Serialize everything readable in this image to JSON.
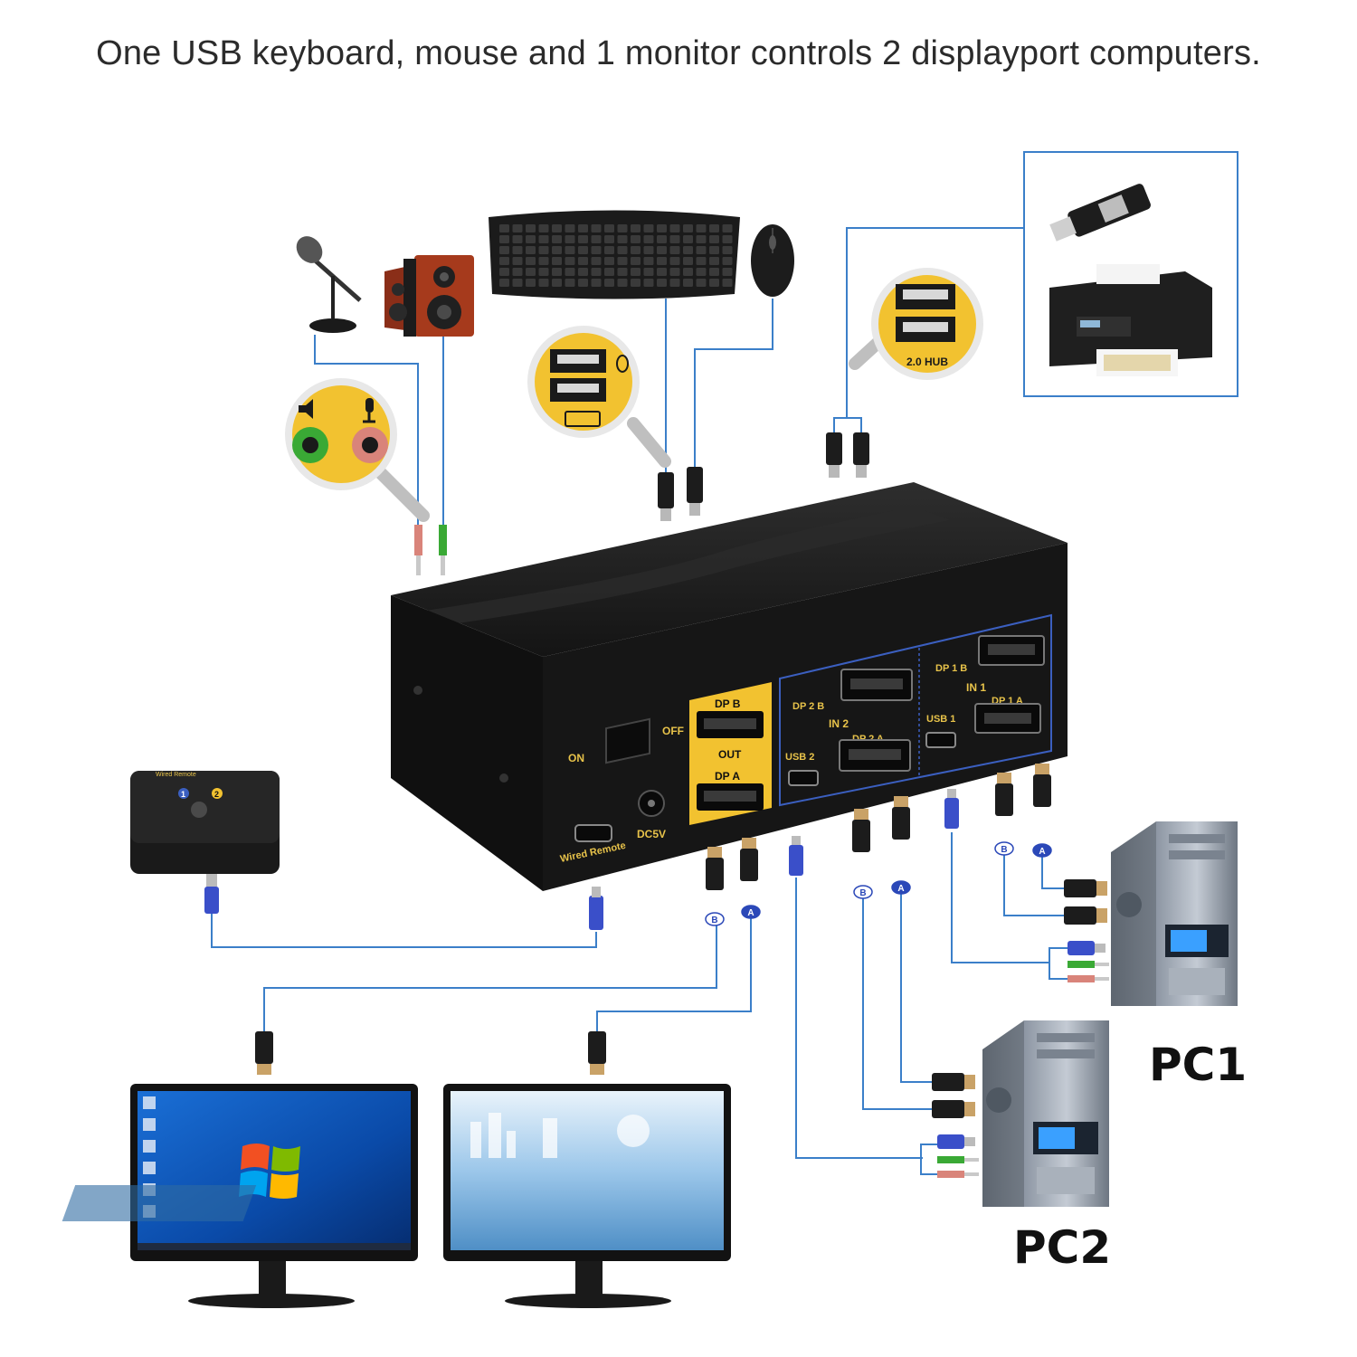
{
  "headline": "One USB keyboard, mouse and 1 monitor controls 2 displayport computers.",
  "kvm": {
    "power_on": "ON",
    "power_off": "OFF",
    "dc_power": "DC5V",
    "wired_remote_port": "Wired Remote",
    "out_label": "OUT",
    "out_dp_b": "DP B",
    "out_dp_a": "DP A",
    "in2_label": "IN 2",
    "in2_dp_b": "DP 2 B",
    "in2_dp_a": "DP 2 A",
    "in2_usb": "USB 2",
    "in1_label": "IN 1",
    "in1_dp_b": "DP 1 B",
    "in1_dp_a": "DP 1 A",
    "in1_usb": "USB 1"
  },
  "hub_label": "2.0 HUB",
  "remote": {
    "title": "Wired Remote",
    "button1": "1",
    "button2": "2"
  },
  "cable_tags": {
    "a": "A",
    "b": "B"
  },
  "pc1_label": "PC1",
  "pc2_label": "PC2",
  "colors": {
    "wire": "#3b7fc9",
    "kvm_body": "#1b1b1b",
    "port_panel": "#f2c230",
    "panel_outline": "#3b5fc0",
    "audio_green": "#3aa935",
    "audio_pink": "#d9847a"
  }
}
